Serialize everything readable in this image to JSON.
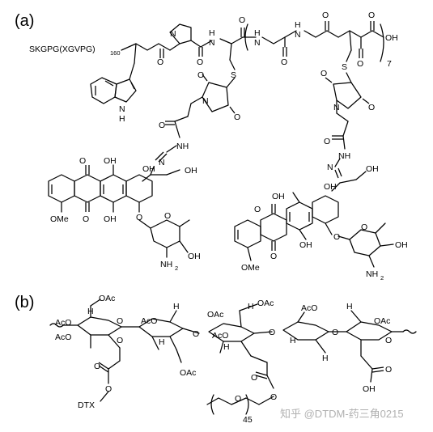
{
  "panels": {
    "a": "(a)",
    "b": "(b)"
  },
  "polymer": {
    "label": "SKGPG(XGVPG)",
    "subscript": "160"
  },
  "repeat_index_a": "7",
  "repeat_index_b": "45",
  "atoms": {
    "O": "O",
    "N": "N",
    "H": "H",
    "S": "S",
    "OH": "OH",
    "NH": "NH",
    "NH2": "NH",
    "NH2_sub": "2",
    "OMe": "OMe",
    "OAc": "OAc",
    "AcO": "AcO",
    "DTX": "DTX"
  },
  "watermark": "知乎 @DTDM-药三角0215"
}
